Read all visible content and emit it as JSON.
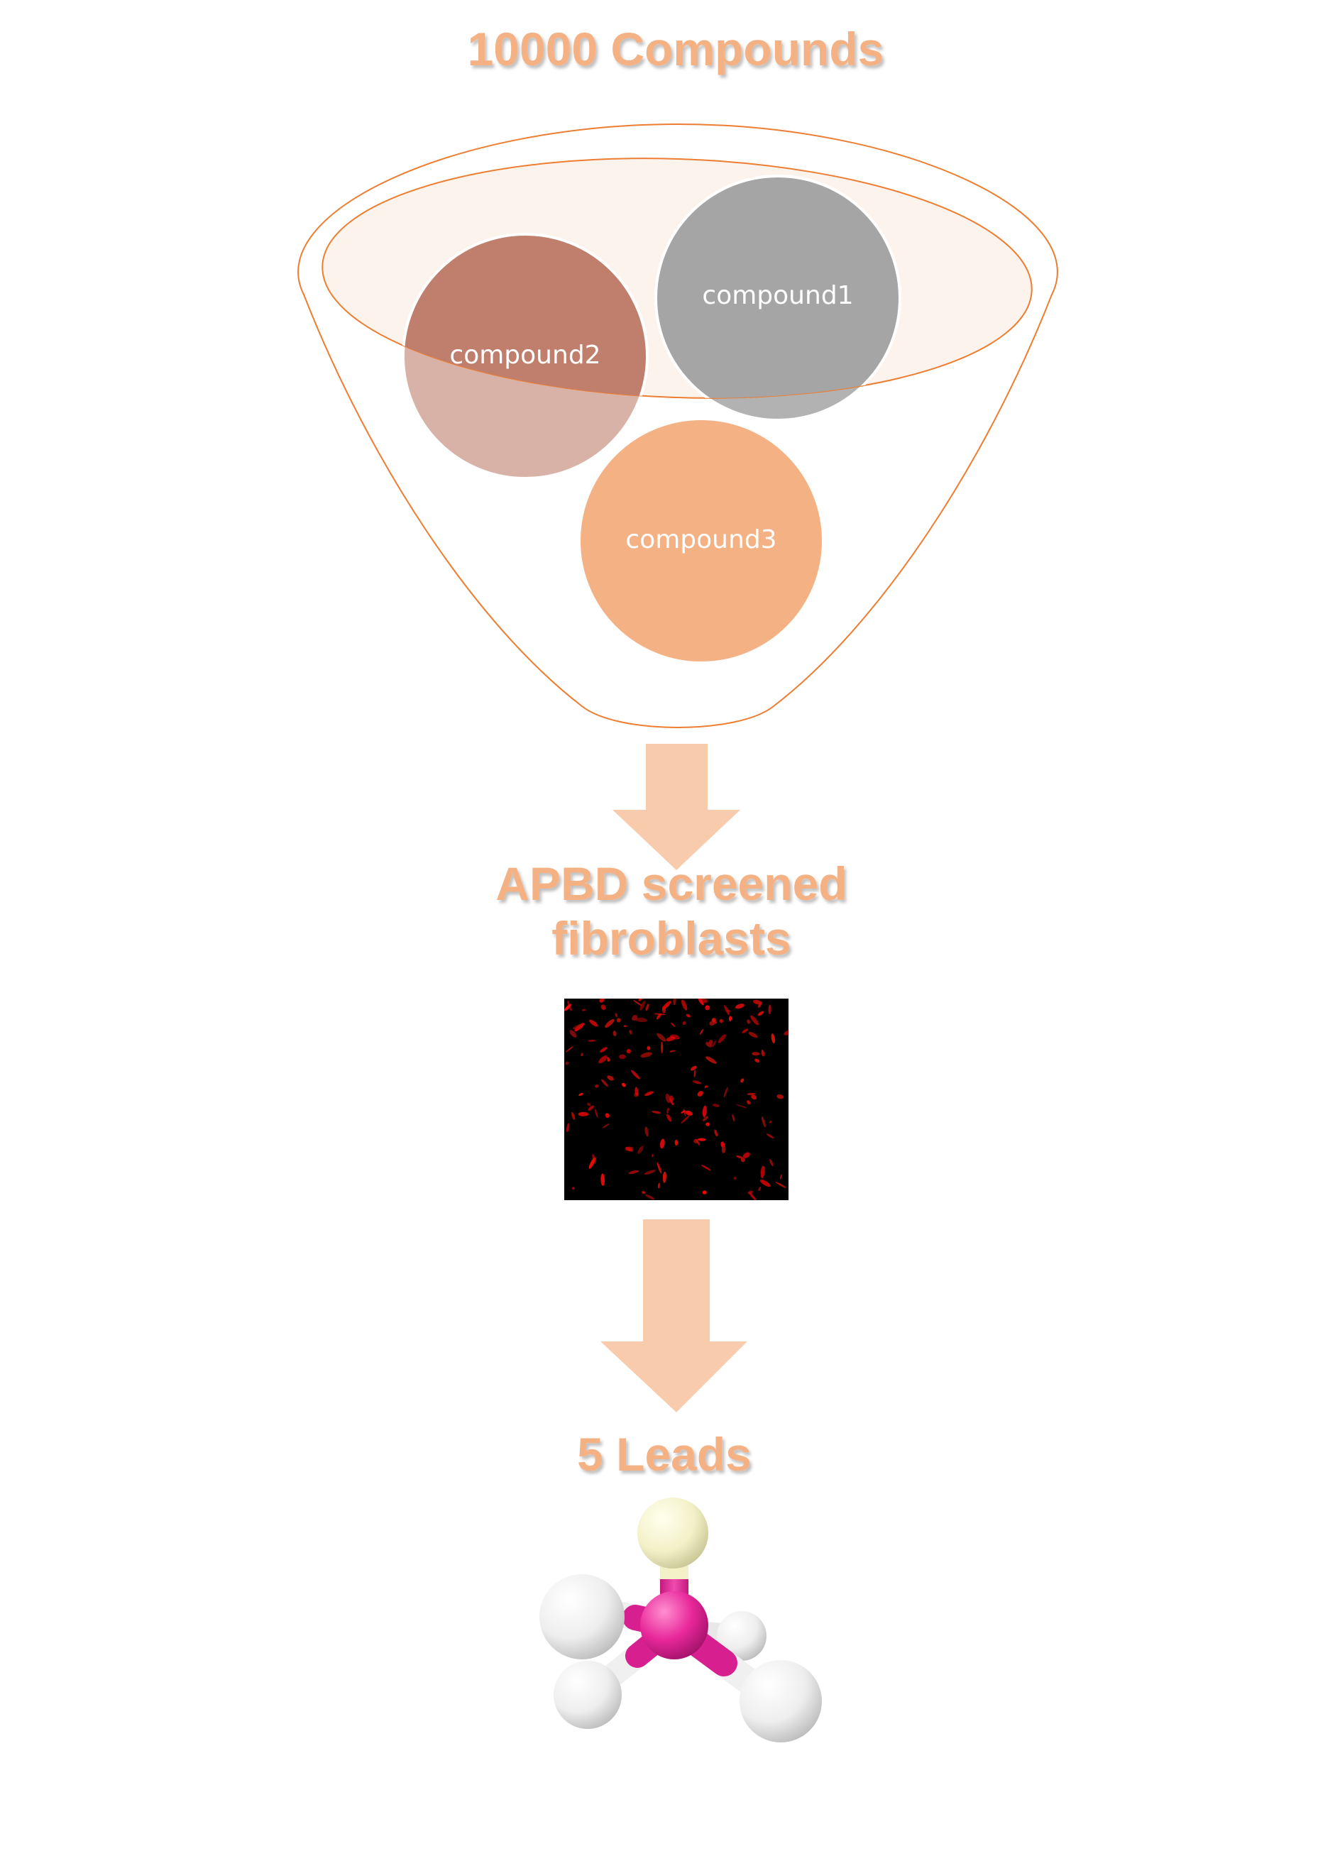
{
  "stages": {
    "input_title": "10000 Compounds",
    "screen_title_line1": "APBD screened",
    "screen_title_line2": "fibroblasts",
    "output_title": "5 Leads"
  },
  "funnel": {
    "compounds": [
      {
        "label": "compound1",
        "color": "#A5A5A5"
      },
      {
        "label": "compound2",
        "color": "#C07E6C"
      },
      {
        "label": "compound3",
        "color": "#F4B183"
      }
    ],
    "outline_color": "#ED7D31",
    "rim_fill": "#FBE5D6"
  },
  "arrows": {
    "color": "#F8CBAD"
  },
  "images": {
    "fibroblast_micrograph": "fluorescence-micrograph",
    "lead_molecule": "molecule-ball-and-stick-icon"
  }
}
